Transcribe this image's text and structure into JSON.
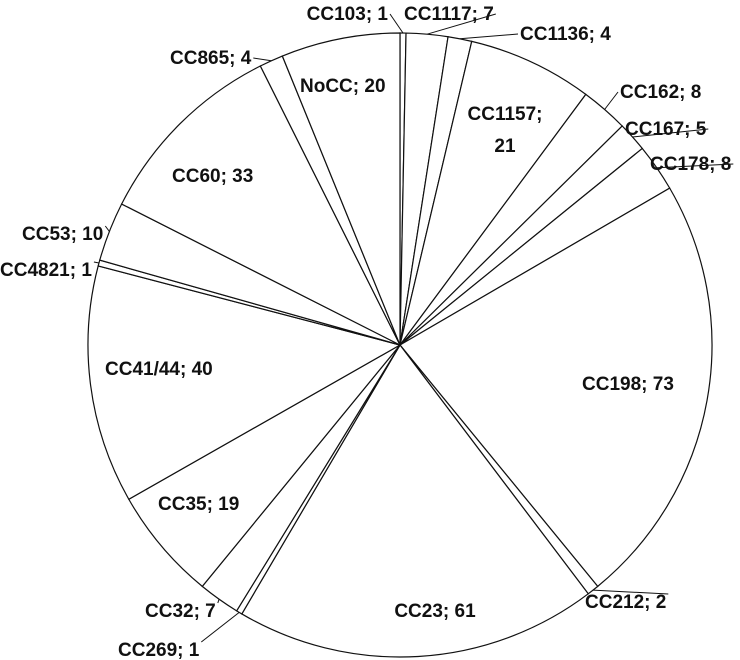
{
  "chart_data": {
    "type": "pie",
    "title": "",
    "start": "top",
    "direction": "clockwise",
    "slices": [
      {
        "category": "CC103",
        "value": 1,
        "label": "CC103; 1"
      },
      {
        "category": "CC1117",
        "value": 7,
        "label": "CC1117; 7"
      },
      {
        "category": "CC1136",
        "value": 4,
        "label": "CC1136; 4"
      },
      {
        "category": "CC1157",
        "value": 21,
        "label": "CC1157;",
        "label2": "21"
      },
      {
        "category": "CC162",
        "value": 8,
        "label": "CC162; 8"
      },
      {
        "category": "CC167",
        "value": 5,
        "label": "CC167; 5"
      },
      {
        "category": "CC178",
        "value": 8,
        "label": "CC178; 8"
      },
      {
        "category": "CC198",
        "value": 73,
        "label": "CC198; 73"
      },
      {
        "category": "CC212",
        "value": 2,
        "label": "CC212; 2"
      },
      {
        "category": "CC23",
        "value": 61,
        "label": "CC23; 61"
      },
      {
        "category": "CC269",
        "value": 1,
        "label": "CC269; 1"
      },
      {
        "category": "CC32",
        "value": 7,
        "label": "CC32; 7"
      },
      {
        "category": "CC35",
        "value": 19,
        "label": "CC35; 19"
      },
      {
        "category": "CC41/44",
        "value": 40,
        "label": "CC41/44; 40"
      },
      {
        "category": "CC4821",
        "value": 1,
        "label": "CC4821; 1"
      },
      {
        "category": "CC53",
        "value": 10,
        "label": "CC53; 10"
      },
      {
        "category": "CC60",
        "value": 33,
        "label": "CC60; 33"
      },
      {
        "category": "CC865",
        "value": 4,
        "label": "CC865; 4"
      },
      {
        "category": "NoCC",
        "value": 20,
        "label": "NoCC; 20"
      }
    ],
    "colors": {
      "fill": "#ffffff",
      "stroke": "#111111",
      "text": "#111111"
    }
  }
}
